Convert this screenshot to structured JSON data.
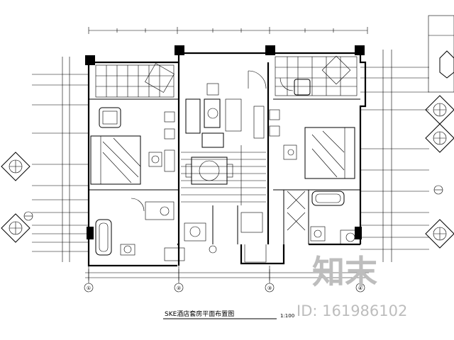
{
  "drawing": {
    "title": "SKE酒店套房平面布置图",
    "scale": "1:100",
    "grid_labels": [
      "①",
      "②",
      "③",
      "④"
    ]
  },
  "watermark": {
    "brand": "知末",
    "id_text": "ID: 161986102"
  },
  "colors": {
    "ink": "#000000",
    "paper": "#ffffff",
    "watermark": "#bdbdbd"
  }
}
